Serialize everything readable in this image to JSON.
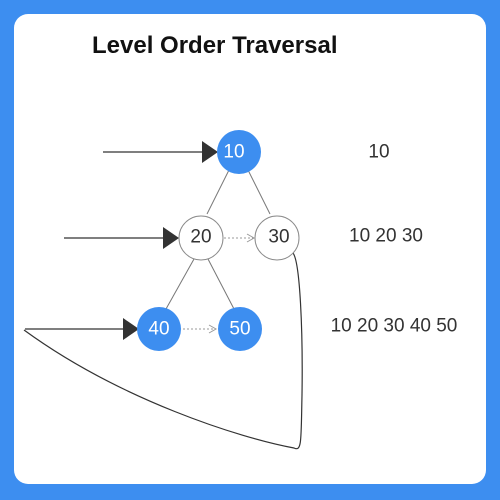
{
  "title": "Level Order Traversal",
  "colors": {
    "frame": "#3d8ef0",
    "filled_node": "#3d8ef0",
    "node_outline": "#8a8a8a",
    "arrow": "#333333"
  },
  "nodes": {
    "n10": "10",
    "n20": "20",
    "n30": "30",
    "n40": "40",
    "n50": "50"
  },
  "levels": [
    "10",
    "10 20 30",
    "10 20 30 40 50"
  ]
}
